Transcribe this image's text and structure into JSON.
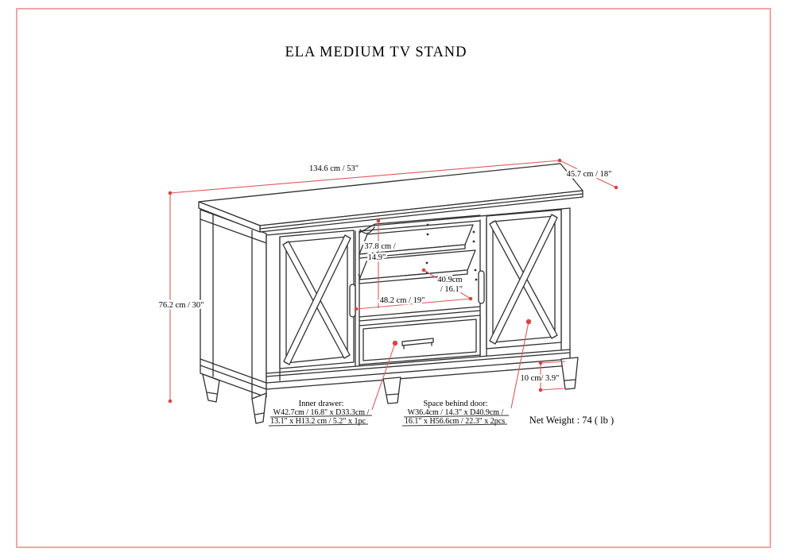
{
  "page": {
    "title": "ELA MEDIUM TV STAND",
    "border_color": "#f2a6a6",
    "line_color": "#303030",
    "dimension_color": "#dd5a5a"
  },
  "dimensions": {
    "overall_width": "134.6 cm / 53\"",
    "overall_depth": "45.7 cm / 18\"",
    "overall_height": "76.2 cm / 30\"",
    "shelf_clearance_line1": "37.8 cm /",
    "shelf_clearance_line2": "14.9\"",
    "shelf_depth_line1": "40.9cm",
    "shelf_depth_line2": "/ 16.1\"",
    "shelf_width": "48.2 cm / 19\"",
    "leg_height": "10 cm/ 3.9\""
  },
  "notes": {
    "inner_drawer": {
      "heading": "Inner drawer:",
      "line1": "W42.7cm / 16.8\" x D33.3cm /",
      "line2": "13.1\" x H13.2 cm / 5.2\" x 1pc"
    },
    "space_behind_door": {
      "heading": "Space behind door:",
      "line1": "W36.4cm / 14.3\" x D40.9cm /",
      "line2": "16.1\" x H56.6cm / 22.3\" x 2pcs"
    },
    "net_weight": "Net Weight : 74 ( lb )"
  }
}
